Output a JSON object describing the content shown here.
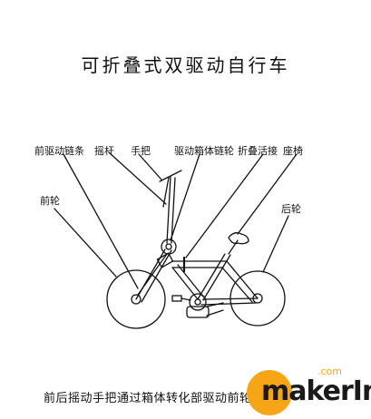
{
  "title": "可折叠式双驱动自行车",
  "labels": {
    "front_chain": "前驱动链条",
    "swing_rod": "摇杆",
    "handlebar": "手把",
    "gearbox_sprocket": "驱动箱体链轮",
    "folding_hinge": "折叠活接",
    "seat": "座椅",
    "front_wheel": "前轮",
    "rear_wheel": "后轮"
  },
  "caption": "前后摇动手把通过箱体转化部驱动前轮向",
  "watermark": {
    "brand": "makerIm",
    "domain": ".com"
  },
  "colors": {
    "line": "#111111",
    "logo_accent": "#f5a515"
  }
}
